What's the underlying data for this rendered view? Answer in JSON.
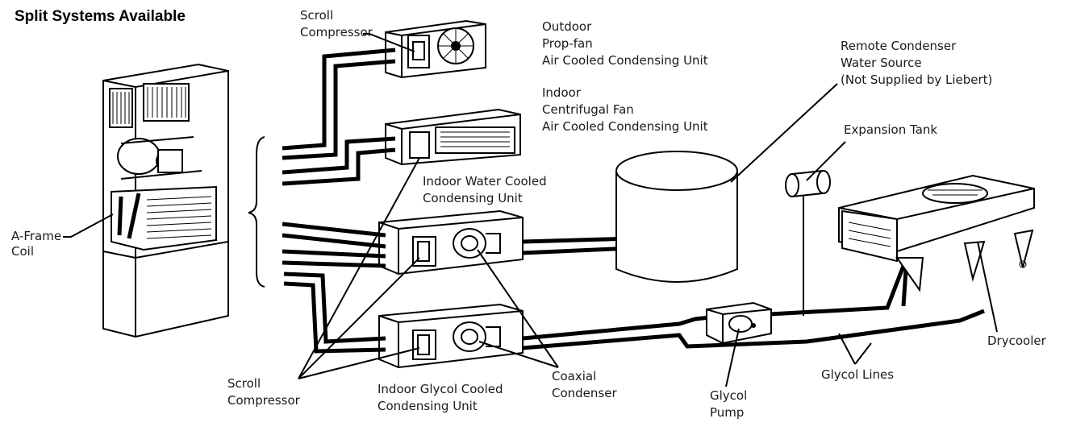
{
  "title": "Split Systems Available",
  "labels": {
    "a_frame": [
      "A-Frame",
      "Coil"
    ],
    "scroll_top": [
      "Scroll",
      "Compressor"
    ],
    "outdoor": [
      "Outdoor",
      "Prop-fan",
      "Air Cooled Condensing Unit"
    ],
    "indoor_cent": [
      "Indoor",
      "Centrifugal Fan",
      "Air Cooled Condensing Unit"
    ],
    "remote": [
      "Remote Condenser",
      "Water Source",
      "(Not Supplied by Liebert)"
    ],
    "expansion": "Expansion Tank",
    "water_cooled": [
      "Indoor Water Cooled",
      "Condensing Unit"
    ],
    "scroll_bottom": [
      "Scroll",
      "Compressor"
    ],
    "glycol_cooled": [
      "Indoor Glycol Cooled",
      "Condensing Unit"
    ],
    "coaxial": [
      "Coaxial",
      "Condenser"
    ],
    "glycol_pump": [
      "Glycol",
      "Pump"
    ],
    "glycol_lines": "Glycol Lines",
    "drycooler": "Drycooler"
  }
}
